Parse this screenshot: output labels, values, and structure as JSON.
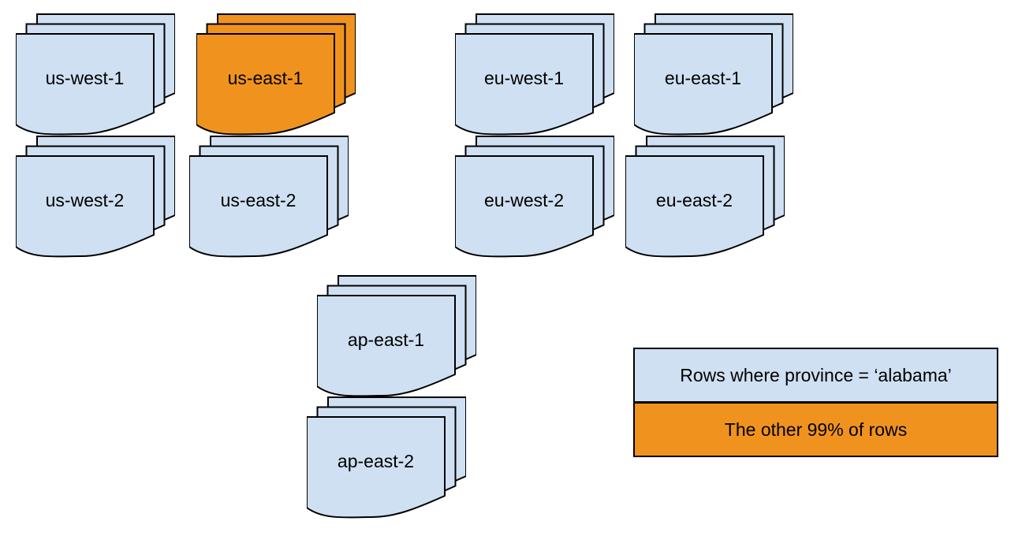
{
  "colors": {
    "region_default": "#CFE0F2",
    "region_highlight": "#F0931E",
    "stroke": "#000000",
    "background": "#FFFFFF"
  },
  "stacks": [
    {
      "label": "us-west-1",
      "highlighted": false
    },
    {
      "label": "us-east-1",
      "highlighted": true
    },
    {
      "label": "eu-west-1",
      "highlighted": false
    },
    {
      "label": "eu-east-1",
      "highlighted": false
    },
    {
      "label": "us-west-2",
      "highlighted": false
    },
    {
      "label": "us-east-2",
      "highlighted": false
    },
    {
      "label": "eu-west-2",
      "highlighted": false
    },
    {
      "label": "eu-east-2",
      "highlighted": false
    },
    {
      "label": "ap-east-1",
      "highlighted": false
    },
    {
      "label": "ap-east-2",
      "highlighted": false
    }
  ],
  "legend": {
    "items": [
      {
        "label": "Rows where province = ‘alabama’",
        "color": "#CFE0F2"
      },
      {
        "label": "The other 99% of rows",
        "color": "#F0931E"
      }
    ]
  }
}
